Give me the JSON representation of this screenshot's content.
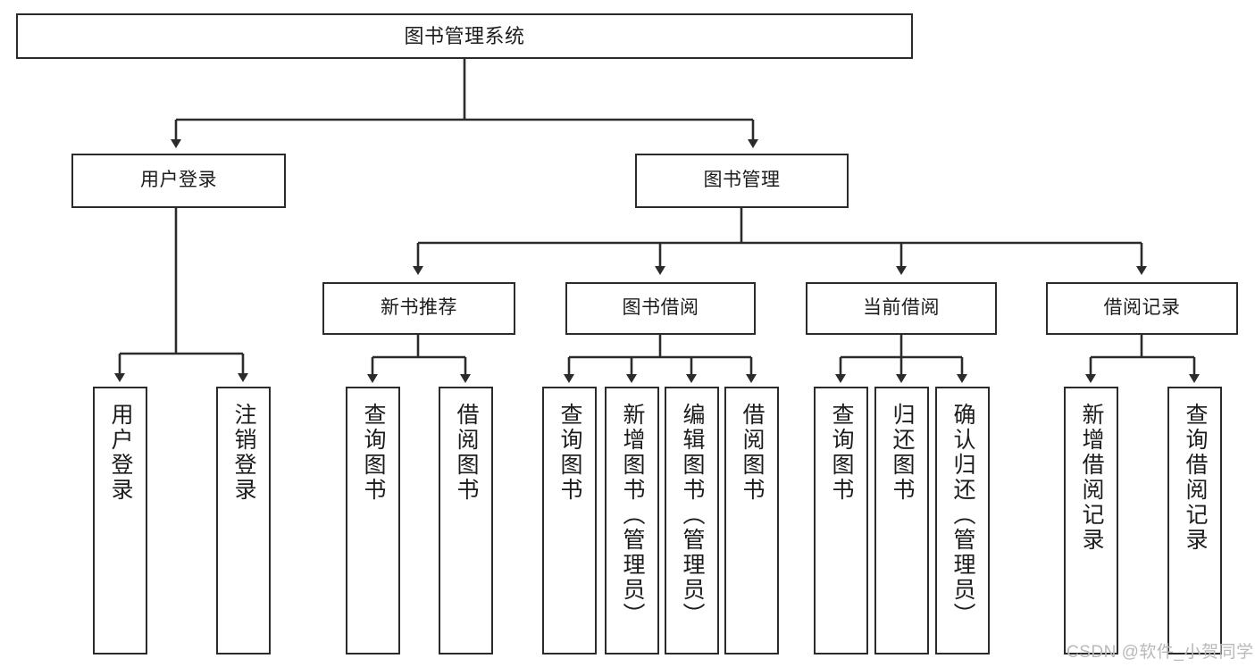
{
  "diagram": {
    "title": "图书管理系统",
    "watermark": "CSDN @软件_小贺同学",
    "levels": {
      "root": {
        "label": "图书管理系统"
      },
      "level2": [
        {
          "label": "用户登录"
        },
        {
          "label": "图书管理"
        }
      ],
      "level3": [
        {
          "label": "新书推荐"
        },
        {
          "label": "图书借阅"
        },
        {
          "label": "当前借阅"
        },
        {
          "label": "借阅记录"
        }
      ],
      "leaves": [
        {
          "label": "用户登录"
        },
        {
          "label": "注销登录"
        },
        {
          "label": "查询图书"
        },
        {
          "label": "借阅图书"
        },
        {
          "label": "查询图书"
        },
        {
          "label": "新增图书（管理员）"
        },
        {
          "label": "编辑图书（管理员）"
        },
        {
          "label": "借阅图书"
        },
        {
          "label": "查询图书"
        },
        {
          "label": "归还图书"
        },
        {
          "label": "确认归还（管理员）"
        },
        {
          "label": "新增借阅记录"
        },
        {
          "label": "查询借阅记录"
        }
      ]
    },
    "colors": {
      "stroke": "#2b2b2b",
      "fill": "#ffffff",
      "text": "#1c1c1c",
      "watermark": "#b9b9b9"
    }
  }
}
